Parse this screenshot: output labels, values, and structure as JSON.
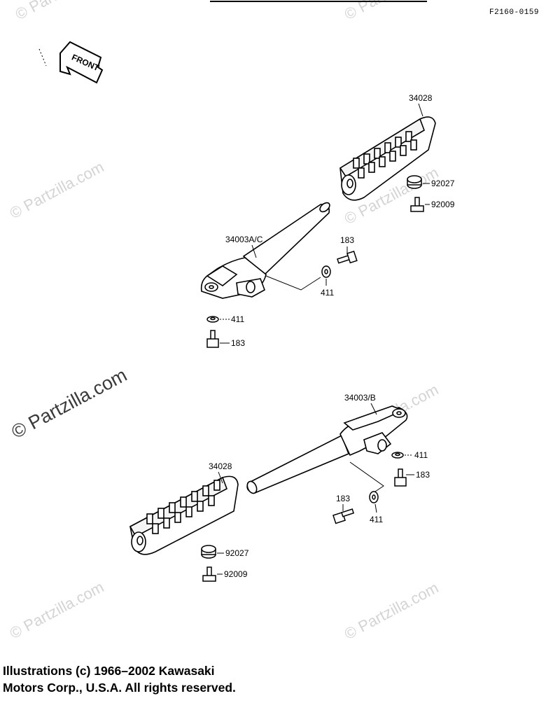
{
  "diagram": {
    "code": "F2160-0159",
    "front_label": "FRONT",
    "labels": {
      "upper_footpeg": "34028",
      "upper_bracket": "34003A/C",
      "lower_bracket": "34003/B",
      "lower_footpeg": "34028",
      "upper_washer_left": "411",
      "upper_bolt_left": "183",
      "upper_bolt_right": "183",
      "upper_washer_right": "411",
      "upper_nut": "92027",
      "upper_screw": "92009",
      "lower_washer_right": "411",
      "lower_bolt_right": "183",
      "lower_bolt_left": "183",
      "lower_washer_left": "411",
      "lower_nut": "92027",
      "lower_screw": "92009"
    }
  },
  "watermark": {
    "text": "© Partzilla.com"
  },
  "copyright": "Illustrations (c) 1966–2002 Kawasaki\nMotors Corp., U.S.A.  All rights reserved."
}
